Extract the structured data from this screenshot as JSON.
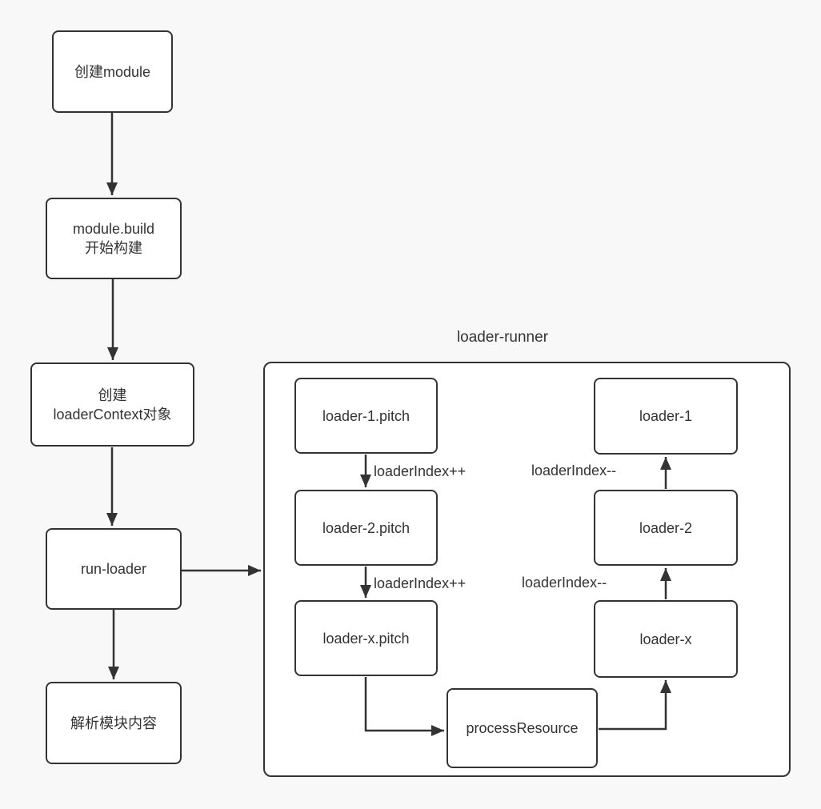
{
  "diagram": {
    "container": {
      "title": "loader-runner"
    },
    "nodes": {
      "create_module": {
        "label": "创建module"
      },
      "module_build": {
        "line1": "module.build",
        "line2": "开始构建"
      },
      "create_loader_context": {
        "line1": "创建",
        "line2": "loaderContext对象"
      },
      "run_loader": {
        "label": "run-loader"
      },
      "parse_module": {
        "label": "解析模块内容"
      },
      "loader_1_pitch": {
        "label": "loader-1.pitch"
      },
      "loader_2_pitch": {
        "label": "loader-2.pitch"
      },
      "loader_x_pitch": {
        "label": "loader-x.pitch"
      },
      "process_resource": {
        "label": "processResource"
      },
      "loader_1": {
        "label": "loader-1"
      },
      "loader_2": {
        "label": "loader-2"
      },
      "loader_x": {
        "label": "loader-x"
      }
    },
    "edge_labels": {
      "index_inc_1": "loaderIndex++",
      "index_inc_2": "loaderIndex++",
      "index_dec_1": "loaderIndex--",
      "index_dec_2": "loaderIndex--"
    },
    "colors": {
      "background": "#f8f8f8",
      "node_fill": "#ffffff",
      "stroke": "#333333",
      "text": "#333333"
    }
  }
}
